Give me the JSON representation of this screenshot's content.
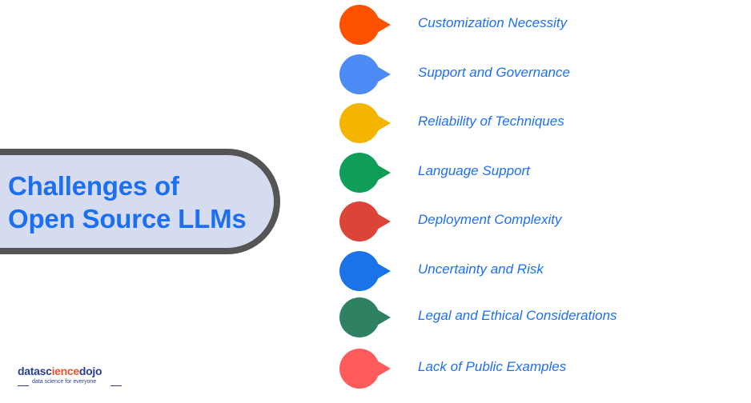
{
  "title": {
    "line1": "Challenges of",
    "line2": "Open Source LLMs",
    "color": "#1d6ff2",
    "panel_fill": "#d6dcf0",
    "panel_border": "#555555"
  },
  "items": [
    {
      "label": "Customization Necessity",
      "color": "#fd5100"
    },
    {
      "label": "Support and Governance",
      "color": "#4c8bf5"
    },
    {
      "label": "Reliability of Techniques",
      "color": "#f4b400"
    },
    {
      "label": "Language Support",
      "color": "#0f9d58"
    },
    {
      "label": "Deployment Complexity",
      "color": "#db4437"
    },
    {
      "label": "Uncertainty and Risk",
      "color": "#1a73e8"
    },
    {
      "label": "Legal and Ethical Considerations",
      "color": "#2e8161"
    },
    {
      "label": "Lack of Public Examples",
      "color": "#ff5b5b"
    }
  ],
  "logo": {
    "part1": "datasc",
    "part2": "ience",
    "part3": "dojo",
    "tagline": "data science for everyone"
  }
}
